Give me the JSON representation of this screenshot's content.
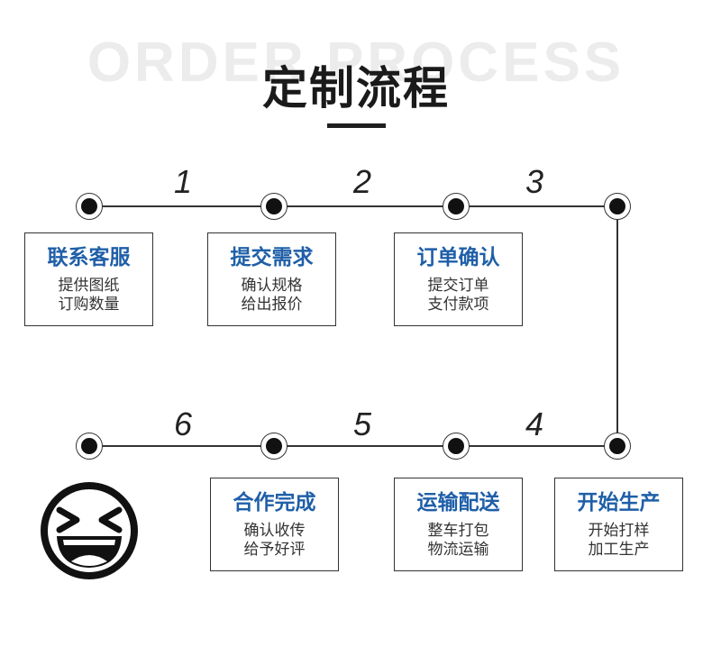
{
  "header": {
    "bg_text": "ORDER PROCESS",
    "title": "定制流程"
  },
  "steps": [
    {
      "num": "1",
      "title": "联系客服",
      "lines": [
        "提供图纸",
        "订购数量"
      ]
    },
    {
      "num": "2",
      "title": "提交需求",
      "lines": [
        "确认规格",
        "给出报价"
      ]
    },
    {
      "num": "3",
      "title": "订单确认",
      "lines": [
        "提交订单",
        "支付款项"
      ]
    },
    {
      "num": "4",
      "title": "开始生产",
      "lines": [
        "开始打样",
        "加工生产"
      ]
    },
    {
      "num": "5",
      "title": "运输配送",
      "lines": [
        "整车打包",
        "物流运输"
      ]
    },
    {
      "num": "6",
      "title": "合作完成",
      "lines": [
        "确认收传",
        "给予好评"
      ]
    }
  ],
  "colors": {
    "title_blue": "#1f5fa8",
    "line": "#333333",
    "watermark": "#ececec"
  },
  "icons": {
    "end": "laughing-face-icon"
  }
}
